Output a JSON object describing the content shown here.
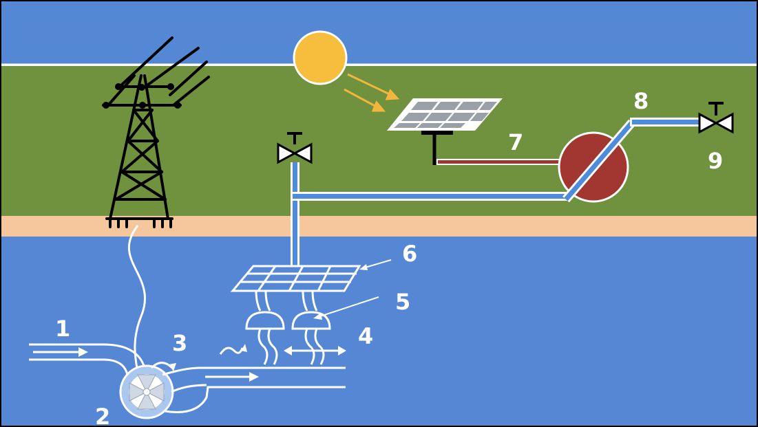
{
  "diagram": {
    "labels": {
      "l1": "1",
      "l2": "2",
      "l3": "3",
      "l4": "4",
      "l5": "5",
      "l6": "6",
      "l7": "7",
      "l8": "8",
      "l9": "9"
    },
    "colors": {
      "sky": "#5588D4",
      "ground": "#70913E",
      "soil": "#F6C79D",
      "water": "#5587D5",
      "sun": "#F6BE3C",
      "sun_rays": "#F2B63C",
      "pipe_fill": "#4F8BDC",
      "hot_line": "#9B3A32",
      "tank": "#A23731",
      "line_white": "#FFFFFF",
      "tower": "#000000",
      "frame": "#000000"
    },
    "icons": [
      "power-tower-icon",
      "sun-icon",
      "solar-panel-icon",
      "valve-icon",
      "heat-exchanger-tank-icon",
      "pump-icon",
      "heating-grid-icon"
    ]
  }
}
